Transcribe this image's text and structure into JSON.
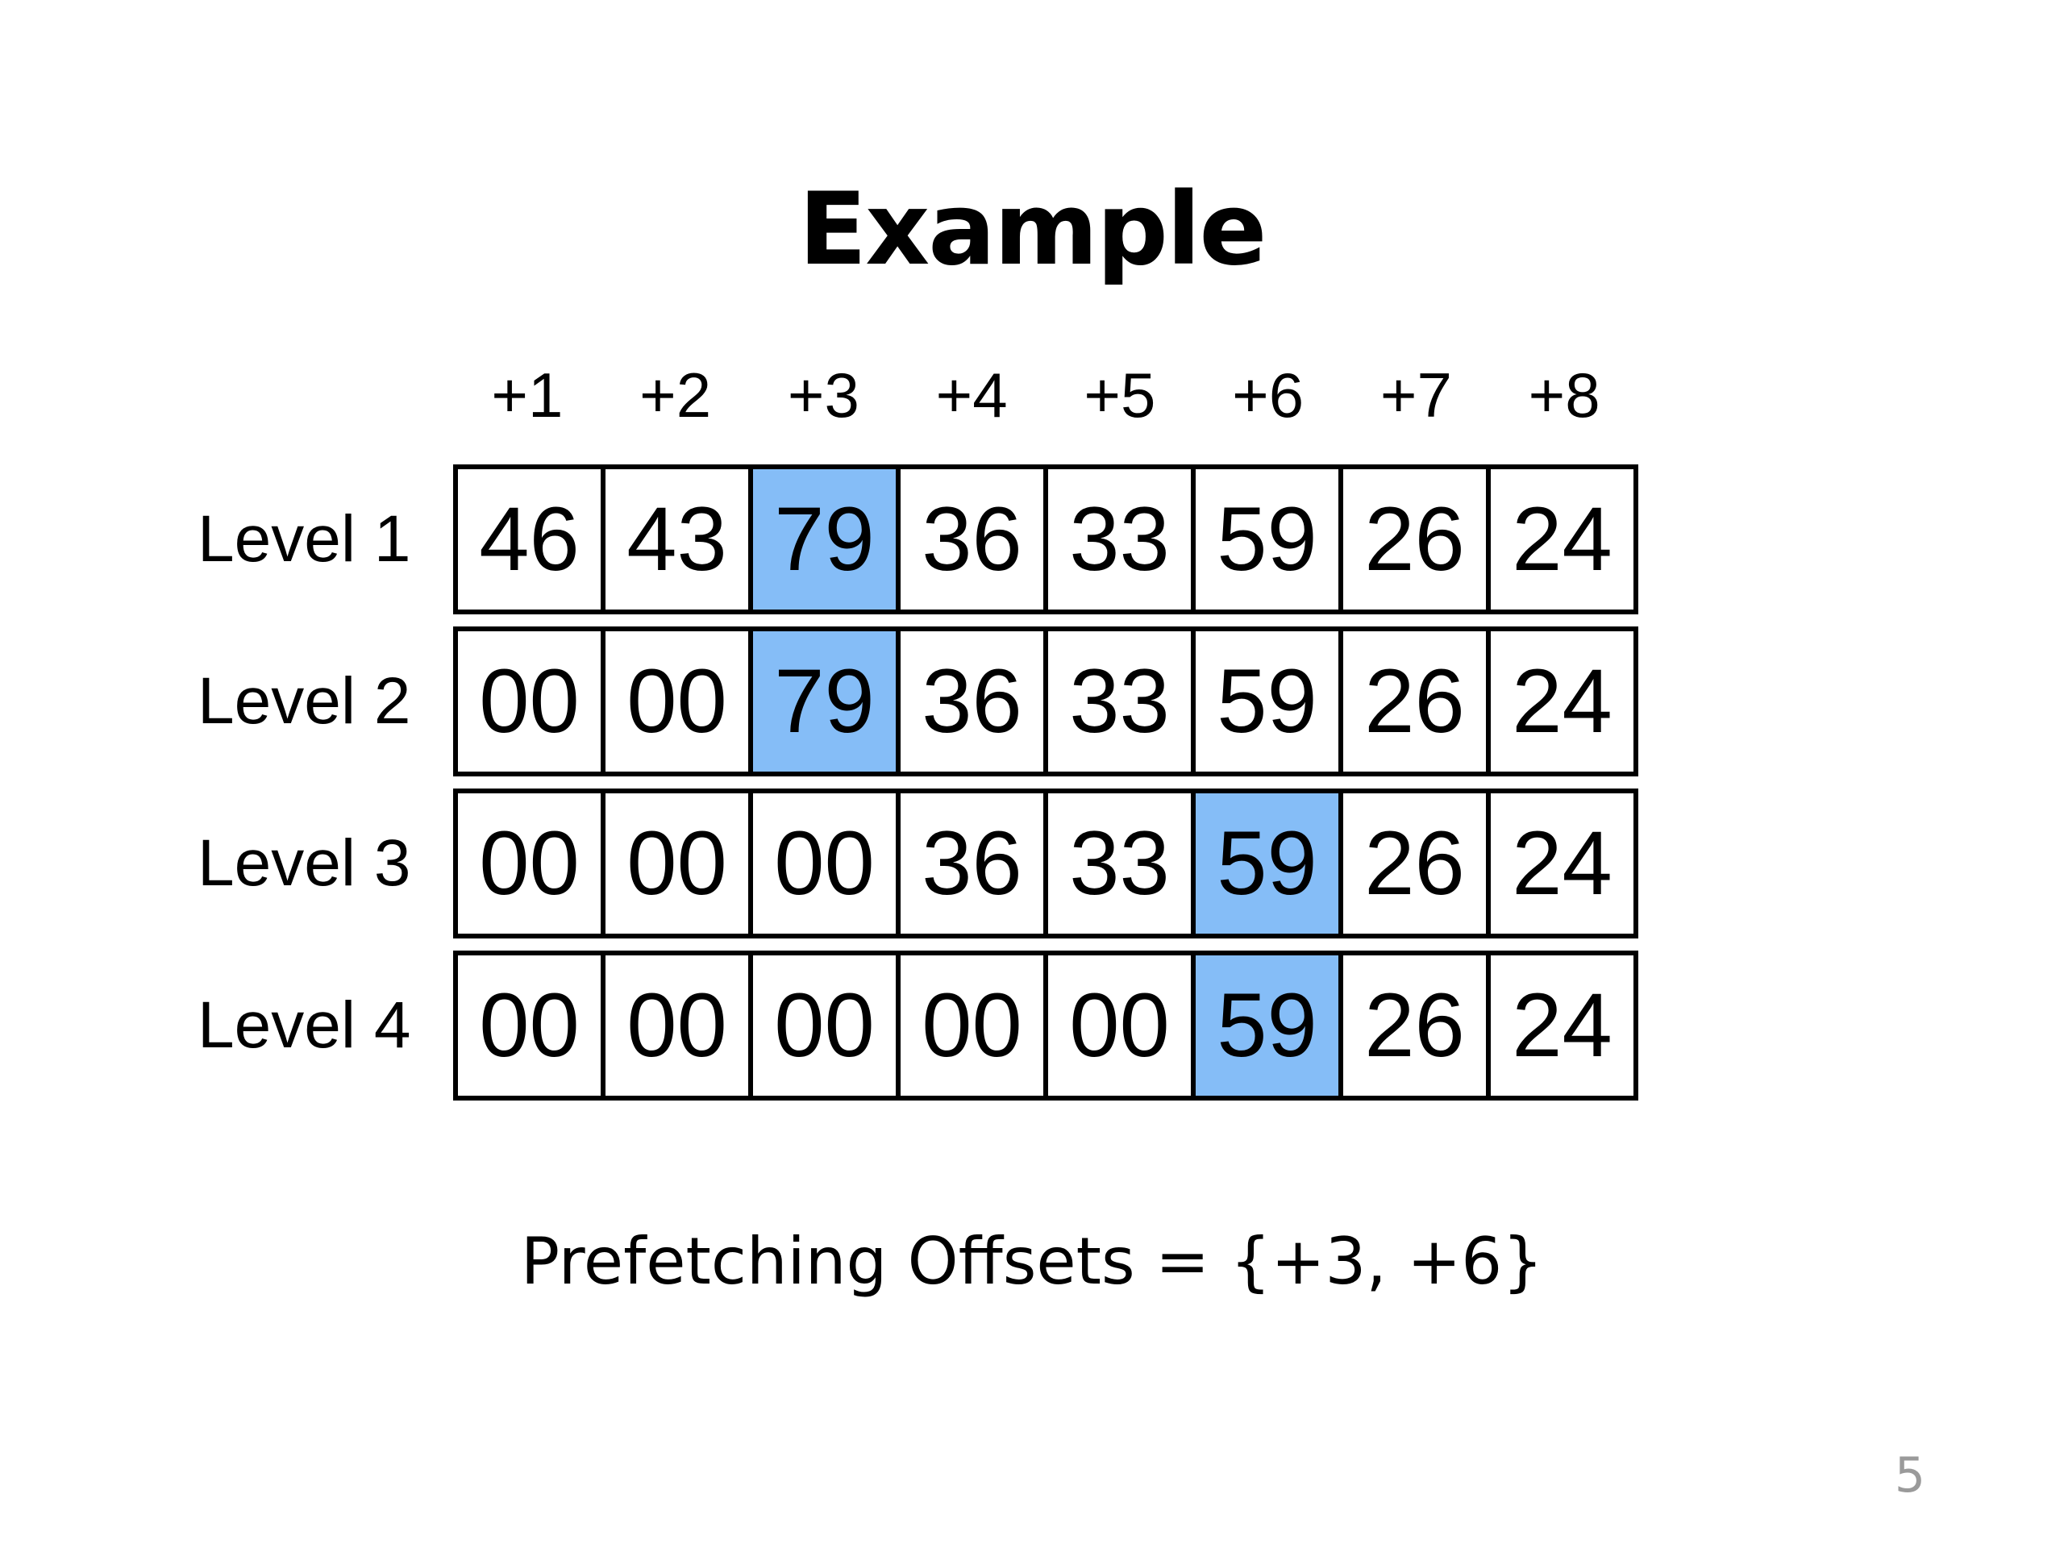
{
  "slide": {
    "title": "Example",
    "offsets": [
      "+1",
      "+2",
      "+3",
      "+4",
      "+5",
      "+6",
      "+7",
      "+8"
    ],
    "levels": [
      {
        "label": "Level 1",
        "values": [
          "46",
          "43",
          "79",
          "36",
          "33",
          "59",
          "26",
          "24"
        ],
        "highlight_index": 2
      },
      {
        "label": "Level 2",
        "values": [
          "00",
          "00",
          "79",
          "36",
          "33",
          "59",
          "26",
          "24"
        ],
        "highlight_index": 2
      },
      {
        "label": "Level 3",
        "values": [
          "00",
          "00",
          "00",
          "36",
          "33",
          "59",
          "26",
          "24"
        ],
        "highlight_index": 5
      },
      {
        "label": "Level 4",
        "values": [
          "00",
          "00",
          "00",
          "00",
          "00",
          "59",
          "26",
          "24"
        ],
        "highlight_index": 5
      }
    ],
    "footer": "Prefetching Offsets = {+3, +6}",
    "page_number": "5",
    "highlight_color": "#85bdf7"
  }
}
